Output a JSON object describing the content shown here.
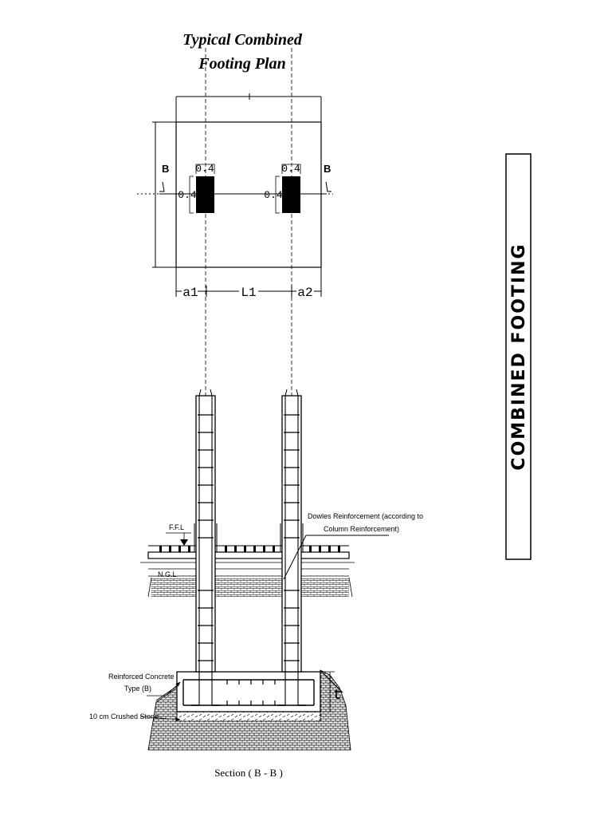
{
  "plan": {
    "title_line1": "Typical Combined",
    "title_line2": "Footing Plan",
    "section_marker": "B",
    "column_size": "0.4",
    "dim_a1": "a1",
    "dim_L1": "L1",
    "dim_a2": "a2"
  },
  "section": {
    "ffl_label": "F.F.L",
    "ngl_label": "N.G.L",
    "dowels_line1": "Dowles Reinforcement (according to",
    "dowels_line2": "Column Reinforcement)",
    "rc_line1": "Reinforced Concrete",
    "rc_line2": "Type (B)",
    "crushed_stone": "10 cm Crushed Stone",
    "thickness_label": "t",
    "caption": "Section ( B - B )"
  },
  "sheet_title": "COMBINED FOOTING"
}
